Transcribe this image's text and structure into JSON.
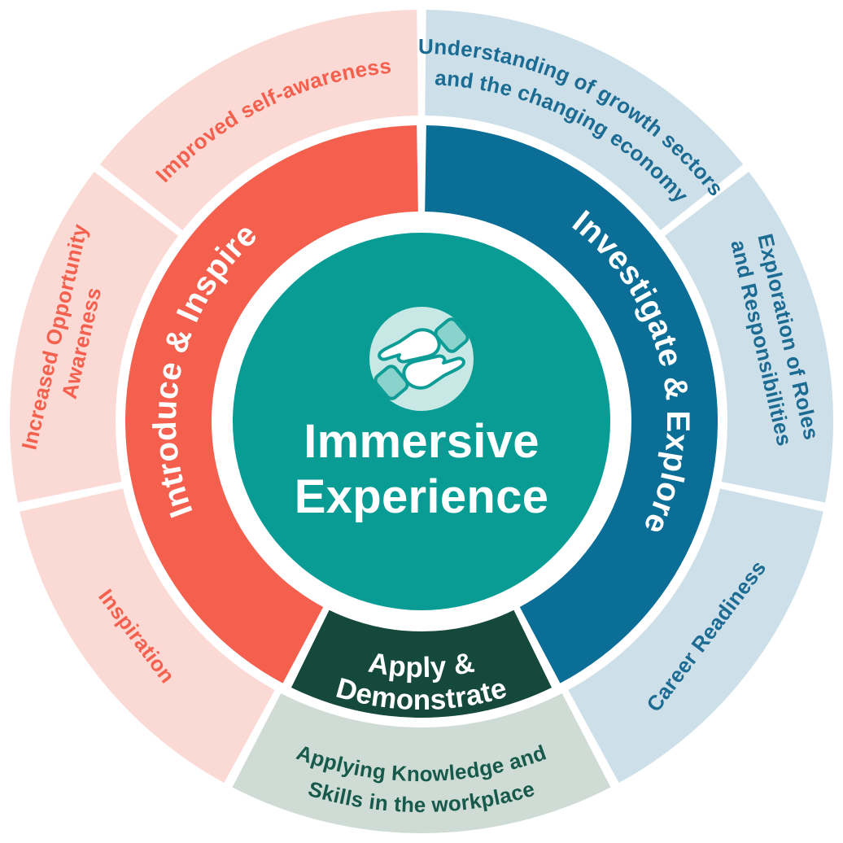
{
  "background_color": "#FFFFFF",
  "divider_color": "#FFFFFF",
  "center": {
    "title_full": "Immersive Experience",
    "title_lines": [
      "Immersive",
      "Experience"
    ],
    "color": "#089C95",
    "text_color": "#FFFFFF",
    "title_font_size": 58,
    "icon": {
      "name": "giving-hands-icon",
      "bg_color": "#C8E8E5",
      "outline_color": "#0E9D96",
      "cuff_color": "#8AD3CD",
      "hand_color": "#FFFFFF"
    }
  },
  "inner_ring": {
    "segments": [
      {
        "id": "introduce-inspire",
        "label": "Introduce & Inspire",
        "lines": [
          "Introduce & Inspire"
        ],
        "color": "#F5604E",
        "text_color": "#FFFFFF",
        "start_angle": 207,
        "end_angle": 360,
        "text_style": "curved-top",
        "line_radii": [
          302
        ],
        "font_size": 40
      },
      {
        "id": "investigate-explore",
        "label": "Investigate & Explore",
        "lines": [
          "Investigate & Explore"
        ],
        "color": "#0B6E96",
        "text_color": "#FFFFFF",
        "start_angle": 0,
        "end_angle": 153,
        "text_style": "curved-top",
        "line_radii": [
          302
        ],
        "font_size": 40
      },
      {
        "id": "apply-demonstrate",
        "label": "Apply & Demonstrate",
        "lines": [
          "Apply &",
          "Demonstrate"
        ],
        "color": "#15493C",
        "text_color": "#FFFFFF",
        "start_angle": 153,
        "end_angle": 207,
        "text_style": "curved-bottom",
        "line_radii": [
          314,
          354
        ],
        "font_size": 35
      }
    ]
  },
  "outer_ring": {
    "segments": [
      {
        "id": "understanding-growth-sectors",
        "label": "Understanding of growth sectors and the changing economy",
        "lines": [
          "Understanding of growth sectors",
          "and the changing economy"
        ],
        "color": "#CDDFE8",
        "text_color": "#1C6B93",
        "start_angle": 0,
        "end_angle": 52,
        "text_style": "curved-top",
        "line_radii": [
          452,
          414
        ],
        "font_size": 26
      },
      {
        "id": "exploration-roles-responsibilities",
        "label": "Exploration of Roles and Responsibilities",
        "lines": [
          "Exploration of Roles",
          "and Responsibilities"
        ],
        "color": "#CDDFE8",
        "text_color": "#1C6B93",
        "start_angle": 52,
        "end_angle": 102,
        "text_style": "straight",
        "text_radius": 438,
        "font_size": 26
      },
      {
        "id": "career-readiness",
        "label": "Career Readiness",
        "lines": [
          "Career Readiness"
        ],
        "color": "#CDDFE8",
        "text_color": "#1C6B93",
        "start_angle": 102,
        "end_angle": 152,
        "text_style": "straight",
        "text_radius": 438,
        "font_size": 26
      },
      {
        "id": "applying-knowledge-skills",
        "label": "Applying Knowledge and Skills in the workplace",
        "lines": [
          "Applying Knowledge and",
          "Skills in the workplace"
        ],
        "color": "#CFDCD5",
        "text_color": "#17594A",
        "start_angle": 152,
        "end_angle": 208,
        "text_style": "curved-bottom",
        "line_radii": [
          442,
          480
        ],
        "font_size": 26
      },
      {
        "id": "inspiration",
        "label": "Inspiration",
        "lines": [
          "Inspiration"
        ],
        "color": "#FBDAD5",
        "text_color": "#F5604E",
        "start_angle": 208,
        "end_angle": 258,
        "text_style": "straight",
        "text_radius": 438,
        "font_size": 26
      },
      {
        "id": "increased-opportunity-awareness",
        "label": "Increased Opportunity Awareness",
        "lines": [
          "Increased Opportunity",
          "Awareness"
        ],
        "color": "#FBDAD5",
        "text_color": "#F5604E",
        "start_angle": 258,
        "end_angle": 308,
        "text_style": "straight",
        "text_radius": 438,
        "font_size": 26
      },
      {
        "id": "improved-self-awareness",
        "label": "Improved self-awareness",
        "lines": [
          "Improved self-awareness"
        ],
        "color": "#FBDAD5",
        "text_color": "#F5604E",
        "start_angle": 308,
        "end_angle": 360,
        "text_style": "curved-top",
        "line_radii": [
          430
        ],
        "font_size": 26
      }
    ]
  }
}
